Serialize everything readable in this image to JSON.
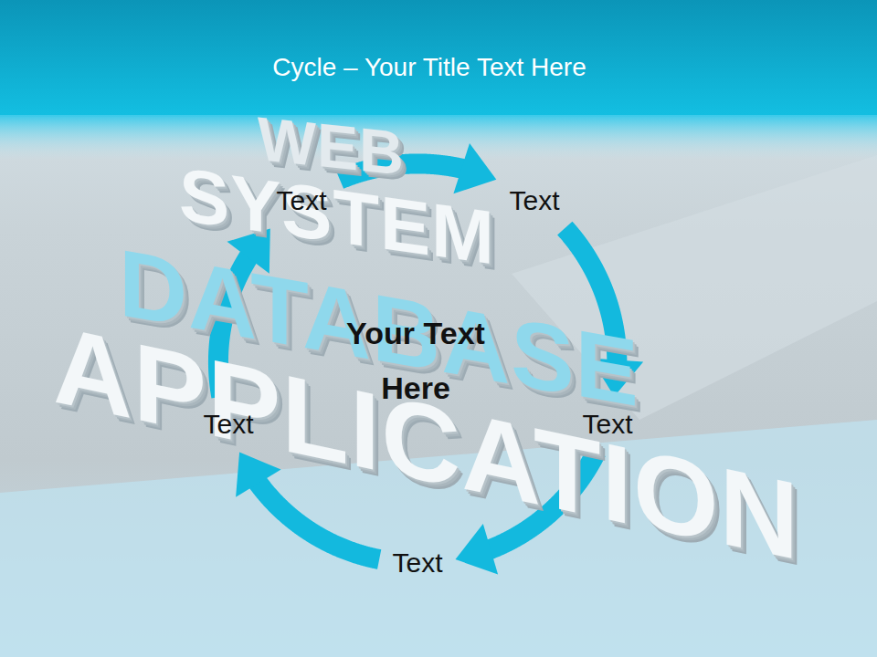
{
  "diagram": {
    "title": "Cycle – Your Title Text Here",
    "nodes": [
      {
        "text": [
          "Text"
        ]
      },
      {
        "text": [
          "Text"
        ]
      },
      {
        "text": [
          "Your Text Here"
        ]
      },
      {
        "text": [
          "Text"
        ]
      },
      {
        "text": [
          "Text"
        ]
      },
      {
        "text": [
          "Text"
        ]
      }
    ],
    "edges": [
      {
        "from": 0,
        "to": 1,
        "arrow": "to"
      },
      {
        "from": 1,
        "to": 4,
        "arrow": "to"
      },
      {
        "from": 4,
        "to": 5,
        "arrow": "to"
      },
      {
        "from": 5,
        "to": 3,
        "arrow": "to"
      },
      {
        "from": 3,
        "to": 0,
        "arrow": "to"
      }
    ],
    "labels": [
      "WEB",
      "SYSTEM",
      "DATABASE",
      "APPLICATION"
    ]
  }
}
